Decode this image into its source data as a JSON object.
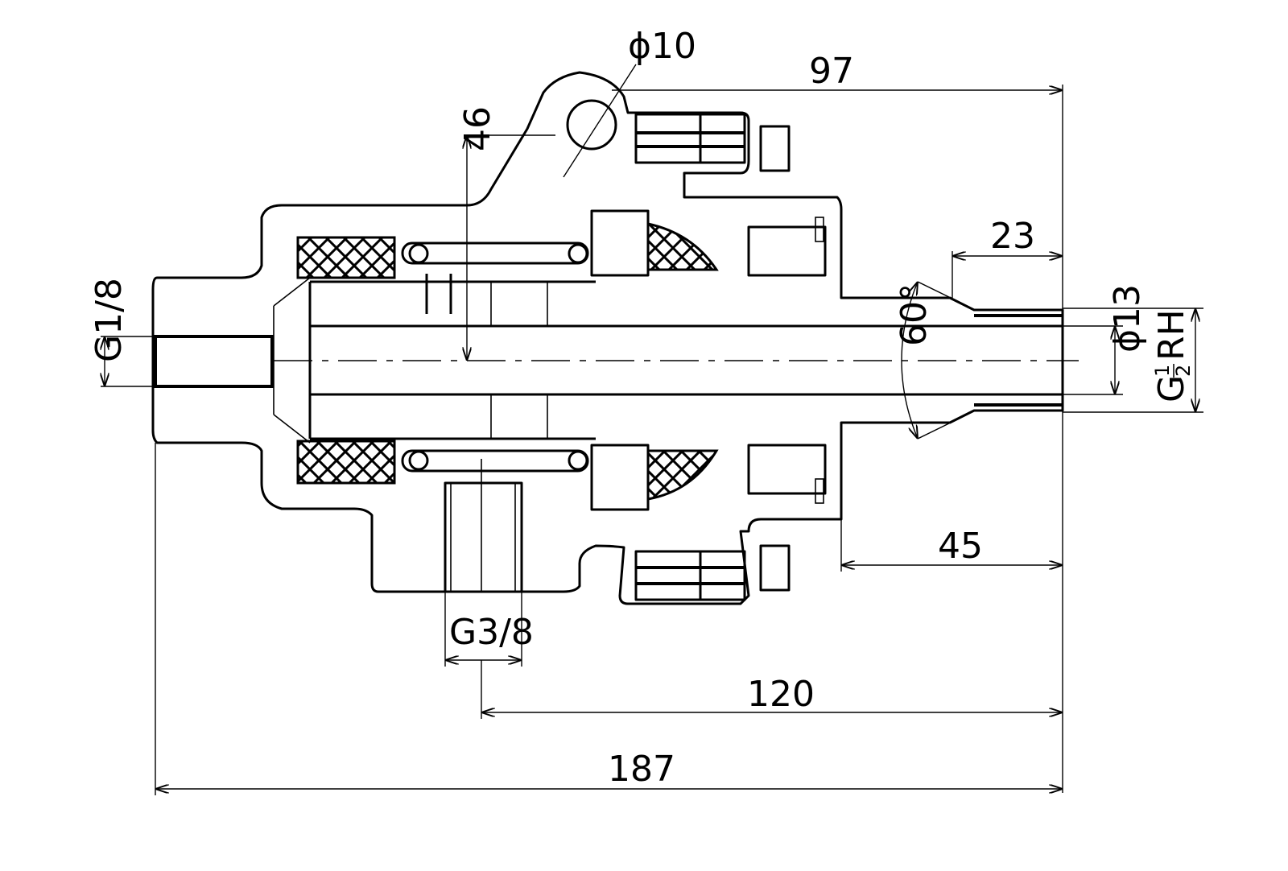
{
  "drawing": {
    "colors": {
      "line": "#000000",
      "background": "#ffffff"
    },
    "dimensions": {
      "pin_diameter": "ϕ10",
      "length_97": "97",
      "height_46": "46",
      "length_23": "23",
      "thread_left": "G1/8",
      "angle": "60°",
      "bore_diameter": "ϕ13",
      "thread_right_prefix": "G",
      "thread_right_num": "1",
      "thread_right_den": "2",
      "thread_right_suffix": "RH",
      "length_45": "45",
      "thread_bottom": "G3/8",
      "length_120": "120",
      "length_187": "187"
    }
  }
}
